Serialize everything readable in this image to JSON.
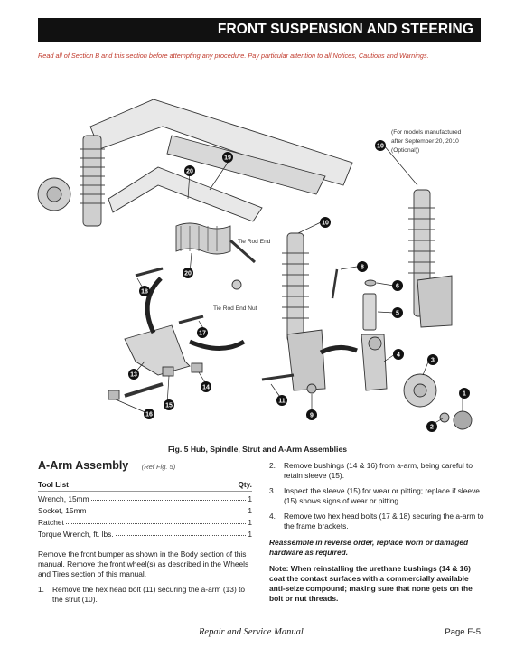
{
  "header": {
    "title": "FRONT SUSPENSION AND STEERING"
  },
  "warning": "Read all of Section B and this section before attempting any procedure. Pay particular attention to all Notices, Cautions and Warnings.",
  "figure": {
    "note": [
      "(For models manufactured",
      "after September 20, 2010",
      "(Optional))"
    ],
    "labels": {
      "tie_rod_end": "Tie Rod End",
      "tie_rod_end_nut": "Tie Rod End Nut"
    },
    "callouts": [
      "1",
      "2",
      "3",
      "4",
      "5",
      "6",
      "8",
      "9",
      "10",
      "10",
      "11",
      "13",
      "14",
      "15",
      "16",
      "17",
      "18",
      "19",
      "20",
      "20"
    ],
    "caption_label": "Fig. 5",
    "caption_text": "Hub, Spindle, Strut and A-Arm Assemblies"
  },
  "section": {
    "title": "A-Arm Assembly",
    "ref": "(Ref Fig. 5)",
    "tool_list": {
      "header_name": "Tool List",
      "header_qty": "Qty.",
      "items": [
        {
          "name": "Wrench, 15mm",
          "qty": "1"
        },
        {
          "name": "Socket, 15mm",
          "qty": "1"
        },
        {
          "name": "Ratchet",
          "qty": "1"
        },
        {
          "name": "Torque Wrench, ft. lbs.",
          "qty": "1"
        }
      ]
    },
    "intro": "Remove the front bumper as shown in the Body section of this manual. Remove the front wheel(s) as described in the Wheels and Tires section of this manual.",
    "steps": [
      {
        "num": "1.",
        "text": "Remove the hex head bolt (11) securing the a-arm (13) to the strut (10)."
      },
      {
        "num": "2.",
        "text": "Remove bushings (14 & 16) from a-arm, being careful to retain sleeve (15)."
      },
      {
        "num": "3.",
        "text": "Inspect the sleeve (15) for wear or pitting; replace if sleeve (15) shows signs of wear or pitting."
      },
      {
        "num": "4.",
        "text": "Remove two hex head bolts (17 & 18) securing the a-arm to the frame brackets."
      }
    ],
    "reassemble": "Reassemble in reverse order, replace worn or damaged hardware as required.",
    "note": "Note: When reinstalling the urethane bushings (14 & 16) coat the contact surfaces with a commercially available anti-seize compound; making sure that none gets on the bolt or nut threads."
  },
  "footer": {
    "manual": "Repair and Service Manual",
    "page": "Page E-5"
  }
}
